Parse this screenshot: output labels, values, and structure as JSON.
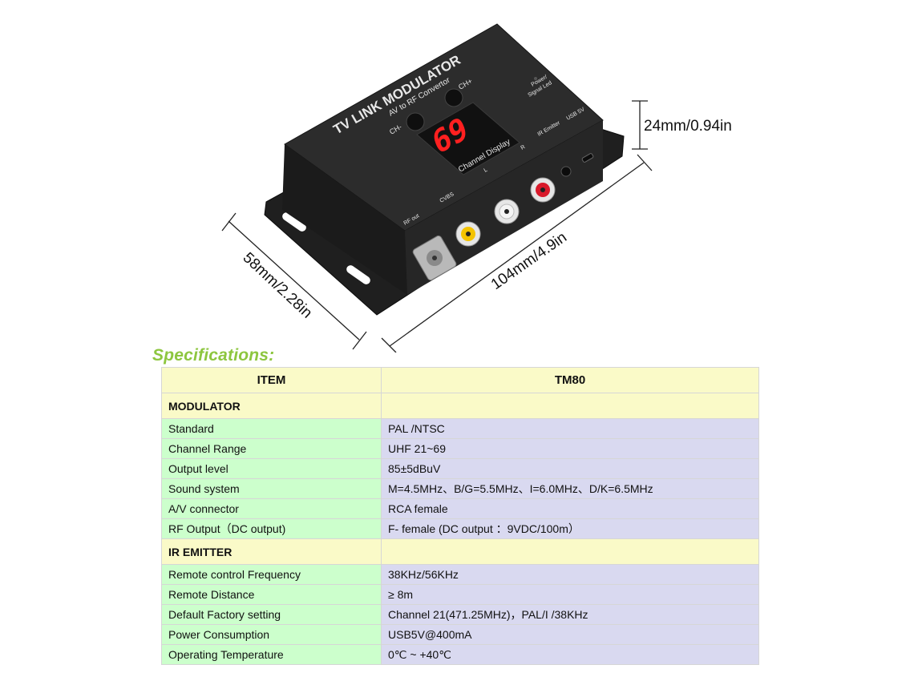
{
  "device": {
    "title": "TV LINK MODULATOR",
    "subtitle": "AV to RF Convertor",
    "ch_minus": "CH-",
    "ch_plus": "CH+",
    "display_value": "69",
    "display_label": "Channel Display",
    "power_label_1": "Power/",
    "power_label_2": "Signal Led",
    "ir_label": "IR Emitter",
    "usb_label": "USB 5V",
    "rf_out_label": "RF out",
    "cvbs_label": "CVBS",
    "l_label": "L",
    "r_label": "R"
  },
  "dimensions": {
    "height": "24mm/0.94in",
    "width": "58mm/2.28in",
    "length": "104mm/4.9in"
  },
  "colors": {
    "title_green": "#8dc63f",
    "header_yellow": "#fafac8",
    "key_green": "#ccffcc",
    "value_lavender": "#d9d9f0",
    "display_red": "#ff2020"
  },
  "specs": {
    "title": "Specifications:",
    "header": {
      "item": "ITEM",
      "model": "TM80"
    },
    "sections": [
      {
        "name": "MODULATOR",
        "rows": [
          {
            "k": "Standard",
            "v": "PAL /NTSC"
          },
          {
            "k": "Channel Range",
            "v": "UHF 21~69"
          },
          {
            "k": "Output level",
            "v": "85±5dBuV"
          },
          {
            "k": "Sound system",
            "v": "M=4.5MHz、B/G=5.5MHz、I=6.0MHz、D/K=6.5MHz"
          },
          {
            "k": "A/V connector",
            "v": "RCA female"
          },
          {
            "k": "RF Output（DC output)",
            "v": "F- female (DC output ：9VDC/100m）"
          }
        ]
      },
      {
        "name": "IR EMITTER",
        "rows": [
          {
            "k": "Remote control Frequency",
            "v": "38KHz/56KHz"
          },
          {
            "k": "Remote Distance",
            "v": "≥ 8m"
          },
          {
            "k": "Default Factory setting",
            "v": "Channel 21(471.25MHz)，PAL/I /38KHz"
          },
          {
            "k": "Power Consumption",
            "v": "USB5V@400mA"
          },
          {
            "k": "Operating Temperature",
            "v": "0℃ ~ +40℃"
          }
        ]
      }
    ]
  }
}
